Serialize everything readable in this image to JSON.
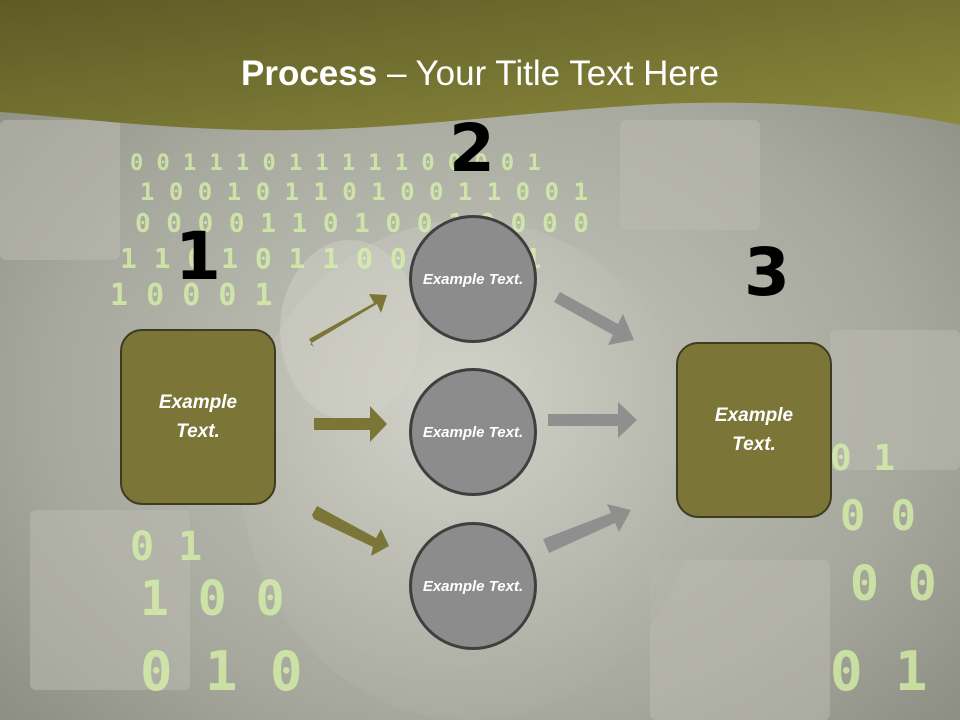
{
  "title": {
    "bold": "Process",
    "rest": " – Your Title Text Here"
  },
  "steps": {
    "one": "1",
    "two": "2",
    "three": "3"
  },
  "left_box": "Example Text.",
  "circles": [
    "Example Text.",
    "Example Text.",
    "Example Text."
  ],
  "right_box": "Example Text.",
  "colors": {
    "olive": "#7b7537",
    "circle_gray": "#8c8c8c",
    "arrow_gray": "#8f8f8f",
    "header_band": "#6f6a2c"
  }
}
